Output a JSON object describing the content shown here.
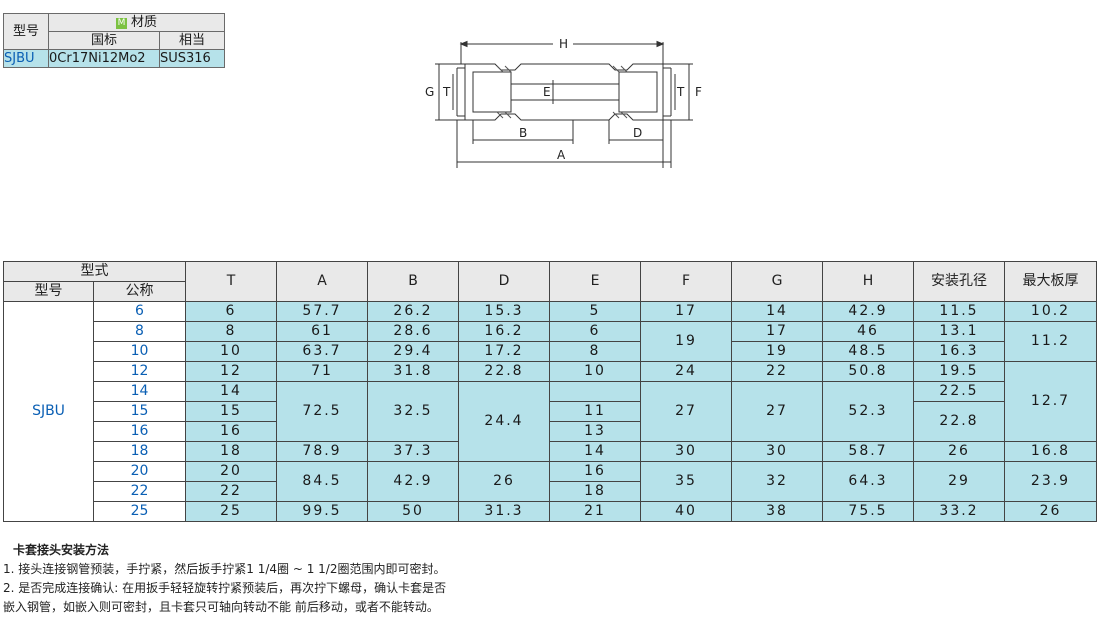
{
  "material_table": {
    "model_header": "型号",
    "material_icon": "M",
    "material_header": "材质",
    "gb_header": "国标",
    "equiv_header": "相当",
    "model": "SJBU",
    "gb_value": "0Cr17Ni12Mo2",
    "equiv_value": "SUS316"
  },
  "drawing": {
    "labels": {
      "H": "H",
      "G": "G",
      "T_left": "T",
      "E": "E",
      "T_right": "T",
      "F": "F",
      "B": "B",
      "D": "D",
      "A": "A"
    }
  },
  "dims_table": {
    "header": {
      "type": "型式",
      "model": "型号",
      "nominal": "公称",
      "cols": [
        "T",
        "A",
        "B",
        "D",
        "E",
        "F",
        "G",
        "H",
        "安装孔径",
        "最大板厚"
      ]
    },
    "model": "SJBU",
    "rows": [
      {
        "nom": "6",
        "T": "6",
        "A": "57.7",
        "B": "26.2",
        "D": "15.3",
        "E": "5",
        "F": "17",
        "G": "14",
        "H": "42.9",
        "hole": "11.5",
        "thick": "10.2"
      },
      {
        "nom": "8",
        "T": "8",
        "A": "61",
        "B": "28.6",
        "D": "16.2",
        "E": "6",
        "F": "19",
        "G": "17",
        "H": "46",
        "hole": "13.1",
        "thick": "11.2"
      },
      {
        "nom": "10",
        "T": "10",
        "A": "63.7",
        "B": "29.4",
        "D": "17.2",
        "E": "8",
        "G": "19",
        "H": "48.5",
        "hole": "16.3"
      },
      {
        "nom": "12",
        "T": "12",
        "A": "71",
        "B": "31.8",
        "D": "22.8",
        "E": "10",
        "F": "24",
        "G": "22",
        "H": "50.8",
        "hole": "19.5",
        "thick": "12.7"
      },
      {
        "nom": "14",
        "T": "14",
        "A": "72.5",
        "B": "32.5",
        "D": "24.4",
        "E": "11",
        "F": "27",
        "G": "27",
        "H": "52.3",
        "hole": "22.5"
      },
      {
        "nom": "15",
        "T": "15",
        "hole": "22.8"
      },
      {
        "nom": "16",
        "T": "16",
        "E": "13"
      },
      {
        "nom": "18",
        "T": "18",
        "A": "78.9",
        "B": "37.3",
        "E": "14",
        "F": "30",
        "G": "30",
        "H": "58.7",
        "hole": "26",
        "thick": "16.8"
      },
      {
        "nom": "20",
        "T": "20",
        "A": "84.5",
        "B": "42.9",
        "D": "26",
        "E": "16",
        "F": "35",
        "G": "32",
        "H": "64.3",
        "hole": "29",
        "thick": "23.9"
      },
      {
        "nom": "22",
        "T": "22",
        "E": "18"
      },
      {
        "nom": "25",
        "T": "25",
        "A": "99.5",
        "B": "50",
        "D": "31.3",
        "E": "21",
        "F": "40",
        "G": "38",
        "H": "75.5",
        "hole": "33.2",
        "thick": "26"
      }
    ]
  },
  "notes": {
    "title": "卡套接头安装方法",
    "lines": [
      "1. 接头连接钢管预装，手拧紧，然后扳手拧紧1 1/4圈 ~ 1 1/2圈范围内即可密封。",
      "2. 是否完成连接确认: 在用扳手轻轻旋转拧紧预装后，再次拧下螺母，确认卡套是否",
      "嵌入钢管，如嵌入则可密封，且卡套只可轴向转动不能 前后移动，或者不能转动。"
    ]
  }
}
